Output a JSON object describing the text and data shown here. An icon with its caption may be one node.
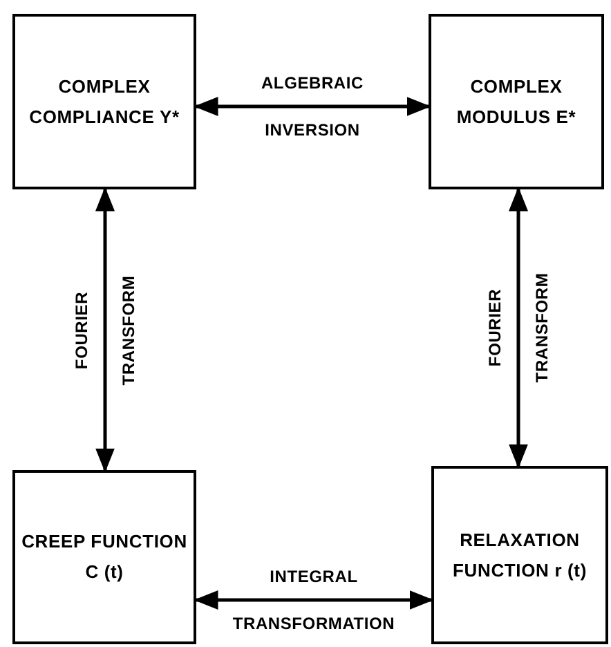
{
  "diagram": {
    "nodes": [
      {
        "text": [
          "COMPLEX COMPLIANCE Y*"
        ]
      },
      {
        "text": [
          "COMPLEX MODULUS E*"
        ]
      },
      {
        "text": [
          "CREEP FUNCTION C (t)"
        ]
      },
      {
        "text": [
          "RELAXATION FUNCTION r (t)"
        ]
      }
    ],
    "edges": [
      {
        "from": 0,
        "to": 1,
        "arrow": "both",
        "label": "ALGEBRAIC INVERSION"
      },
      {
        "from": 0,
        "to": 2,
        "arrow": "both",
        "label": "FOURIER TRANSFORM"
      },
      {
        "from": 1,
        "to": 3,
        "arrow": "both",
        "label": "FOURIER TRANSFORM"
      },
      {
        "from": 2,
        "to": 3,
        "arrow": "both",
        "label": "INTEGRAL TRANSFORMATION"
      }
    ]
  }
}
